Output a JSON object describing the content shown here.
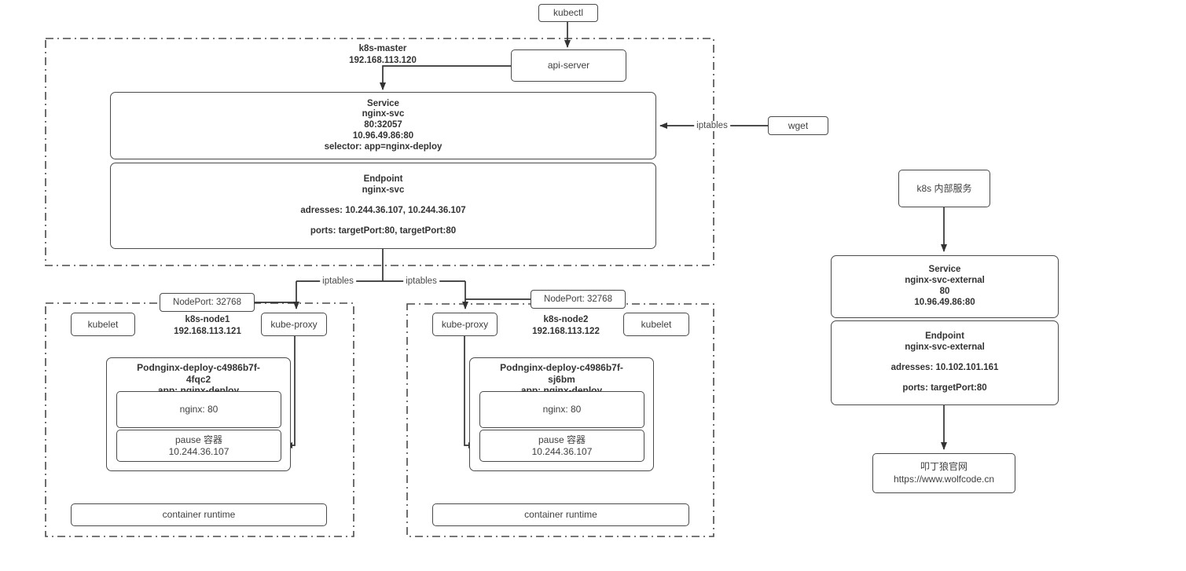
{
  "kubectl_label": "kubectl",
  "api_server_label": "api-server",
  "wget_label": "wget",
  "edge_labels": {
    "iptables": "iptables"
  },
  "master": {
    "name": "k8s-master",
    "ip": "192.168.113.120",
    "service": {
      "title": "Service",
      "name": "nginx-svc",
      "ports": "80:32057",
      "cluster_ip": "10.96.49.86:80",
      "selector": "selector: app=nginx-deploy"
    },
    "endpoint": {
      "title": "Endpoint",
      "name": "nginx-svc",
      "addresses": "adresses: 10.244.36.107, 10.244.36.107",
      "ports": "ports: targetPort:80, targetPort:80"
    }
  },
  "node1": {
    "name": "k8s-node1",
    "ip": "192.168.113.121",
    "nodeport": "NodePort: 32768",
    "kubelet": "kubelet",
    "kube_proxy": "kube-proxy",
    "pod": {
      "name_l1": "Podnginx-deploy-c4986b7f-",
      "name_l2": "4fqc2",
      "app": "app: nginx-deploy",
      "nginx": "nginx: 80",
      "pause": "pause 容器",
      "pause_ip": "10.244.36.107"
    },
    "container_runtime": "container runtime"
  },
  "node2": {
    "name": "k8s-node2",
    "ip": "192.168.113.122",
    "nodeport": "NodePort: 32768",
    "kubelet": "kubelet",
    "kube_proxy": "kube-proxy",
    "pod": {
      "name_l1": "Podnginx-deploy-c4986b7f-",
      "name_l2": "sj6bm",
      "app": "app: nginx-deploy",
      "nginx": "nginx: 80",
      "pause": "pause 容器",
      "pause_ip": "10.244.36.107"
    },
    "container_runtime": "container runtime"
  },
  "external": {
    "entry": "k8s 内部服务",
    "service": {
      "title": "Service",
      "name": "nginx-svc-external",
      "port": "80",
      "cluster_ip": "10.96.49.86:80"
    },
    "endpoint": {
      "title": "Endpoint",
      "name": "nginx-svc-external",
      "addresses": "adresses: 10.102.101.161",
      "ports": "ports: targetPort:80"
    },
    "website": {
      "name": "叩丁狼官网",
      "url": "https://www.wolfcode.cn"
    }
  },
  "colors": {
    "stroke": "#4a4a4a",
    "arrow": "#333333",
    "background": "#ffffff"
  }
}
